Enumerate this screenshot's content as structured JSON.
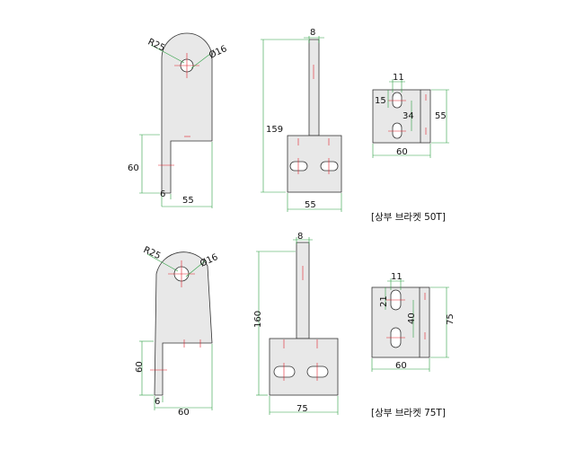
{
  "bracket_50t": {
    "title": "[상부 브라켓 50T]",
    "side": {
      "radius": "R25",
      "hole": "Ø16",
      "height": "60",
      "thickness": "6",
      "width": "55"
    },
    "front": {
      "plate": "8",
      "height": "159",
      "width": "55"
    },
    "top": {
      "slot": "11",
      "edge": "15",
      "pitch": "34",
      "height": "55",
      "width": "60"
    }
  },
  "bracket_75t": {
    "title": "[상부 브라켓 75T]",
    "side": {
      "radius": "R25",
      "hole": "Ø16",
      "height": "60",
      "thickness": "6",
      "width": "60"
    },
    "front": {
      "plate": "8",
      "height": "160",
      "width": "75"
    },
    "top": {
      "slot": "11",
      "edge": "21",
      "pitch": "40",
      "height": "75",
      "width": "60"
    }
  },
  "colors": {
    "dimension": "#2ea043",
    "centerline": "#e0202a",
    "outline": "#333333",
    "fill": "#e8e8e8"
  }
}
